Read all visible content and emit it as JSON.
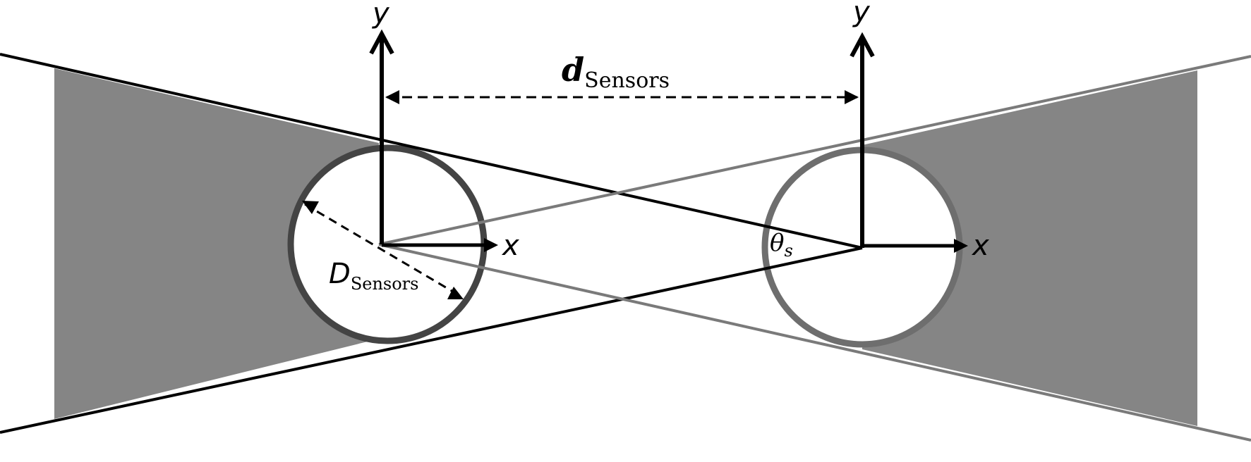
{
  "labels": {
    "left_y": "y",
    "left_x": "x",
    "right_y": "y",
    "right_x": "x",
    "spacing_main": "d",
    "spacing_sub": "Sensors",
    "diameter_main": "D",
    "diameter_sub": "Sensors",
    "angle_main": "θ",
    "angle_sub": "s"
  },
  "colors": {
    "field_of_view_fill": "#858585",
    "left_sensor_ring": "#444444",
    "right_sensor_ring": "#6e6e6e",
    "left_boundary_line": "#000000",
    "right_boundary_line": "#7a7a7a",
    "axis": "#000000"
  }
}
